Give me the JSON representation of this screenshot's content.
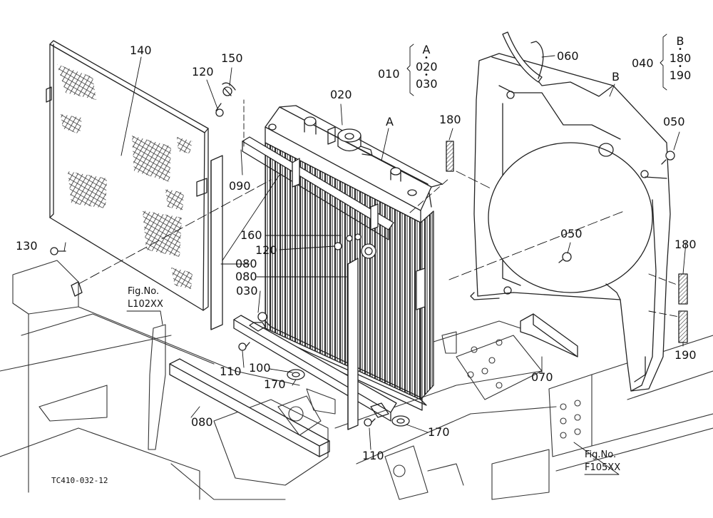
{
  "diagram": {
    "callouts": {
      "c140": "140",
      "c150": "150",
      "c120a": "120",
      "c020": "020",
      "cA": "A",
      "c010": "010",
      "c010_a": "A",
      "c010_b": "020",
      "c010_c": "030",
      "c060": "060",
      "c040": "040",
      "c040_a": "B",
      "c040_b": "180",
      "c040_c": "190",
      "cB": "B",
      "c050a": "050",
      "c180a": "180",
      "c090": "090",
      "c130": "130",
      "c160": "160",
      "c120b": "120",
      "c080a": "080",
      "c080b": "080",
      "c030": "030",
      "c050b": "050",
      "c180b": "180",
      "c190": "190",
      "c110a": "110",
      "c100": "100",
      "c170a": "170",
      "c070": "070",
      "c080c": "080",
      "c170b": "170",
      "c110b": "110"
    },
    "fig_refs": {
      "left_title": "Fig.No.",
      "left_code": "L102XX",
      "right_title": "Fig.No.",
      "right_code": "F105XX"
    },
    "drawing_code": "TC410-032-12"
  }
}
